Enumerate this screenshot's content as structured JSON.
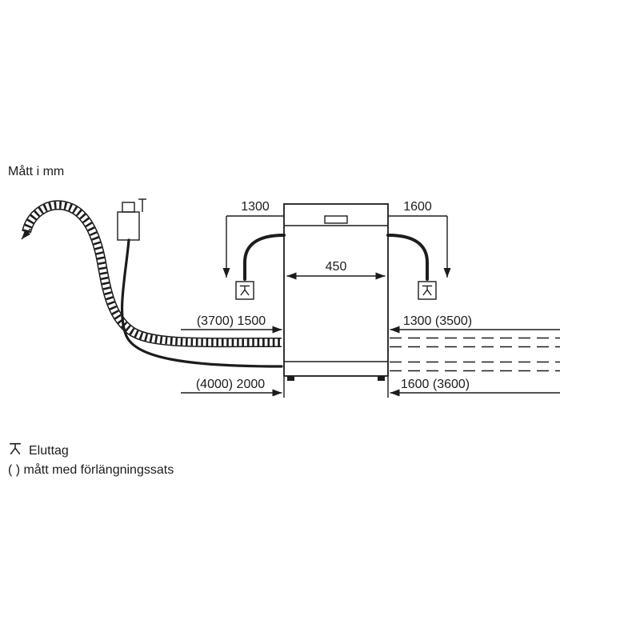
{
  "title": "Mått i mm",
  "dimensions": {
    "cord_left": "1300",
    "cord_right": "1600",
    "appliance_width": "450",
    "upper_left": "(3700) 1500",
    "upper_right": "1300 (3500)",
    "lower_left": "(4000) 2000",
    "lower_right": "1600 (3600)"
  },
  "legend": {
    "outlet_label": "Eluttag",
    "extension_note": "( ) mått med förlängningssats"
  },
  "icons": {
    "outlet": "power-outlet-icon",
    "flow_arrow": "arrow-icon"
  },
  "colors": {
    "line": "#1c1c1c",
    "background": "#ffffff"
  }
}
